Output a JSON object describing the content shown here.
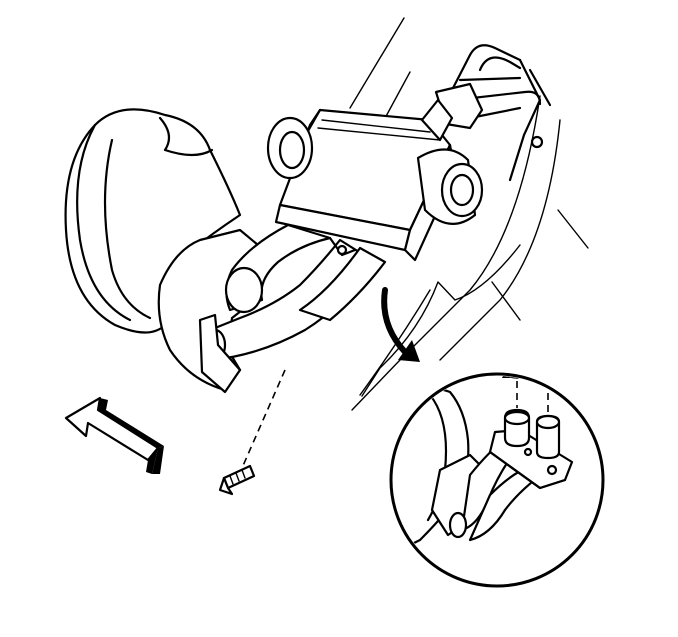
{
  "figure": {
    "background": "#ffffff",
    "line_color": "#000000",
    "parts": [
      "blower-housing",
      "heater-core-assembly",
      "heater-hoses",
      "hose-bracket",
      "retaining-screw",
      "direction-arrow",
      "detail-view-circle",
      "detail-callout-arrow"
    ]
  }
}
